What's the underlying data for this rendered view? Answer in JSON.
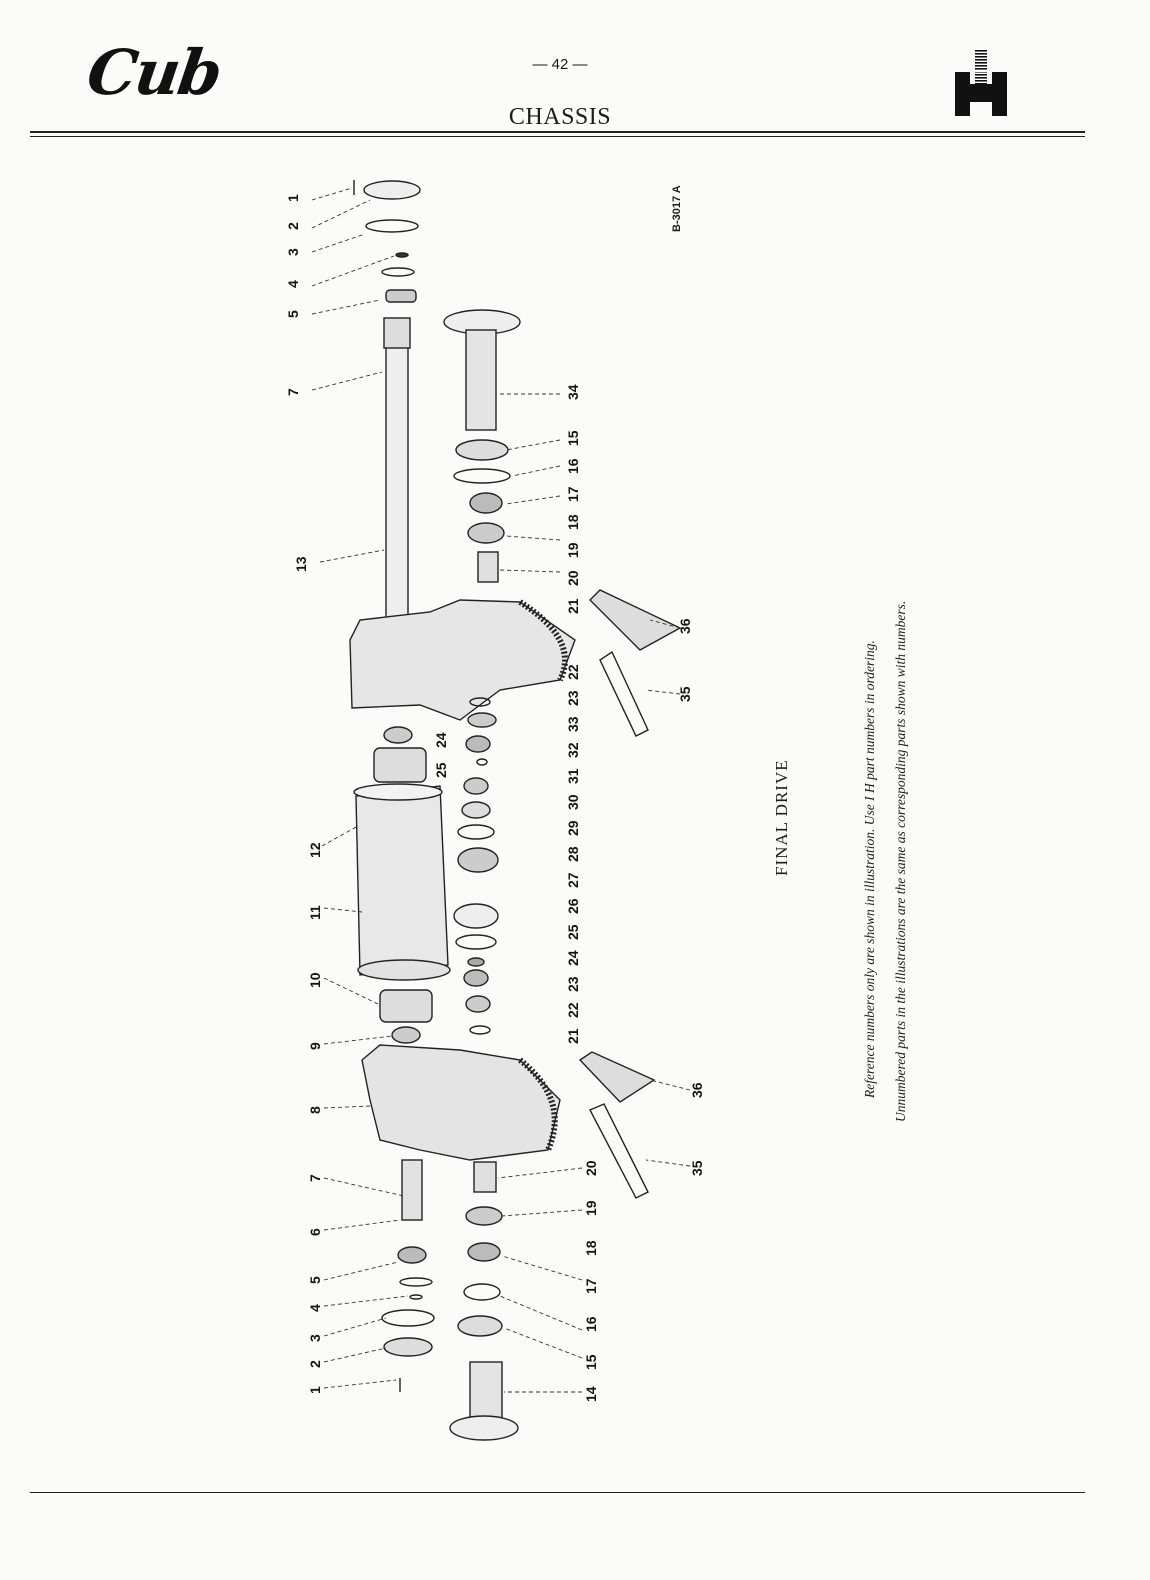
{
  "header": {
    "logo_text": "Cub",
    "page_number": "— 42 —",
    "section_title": "CHASSIS",
    "brand_logo": "ih-logo"
  },
  "figure": {
    "code": "B-3017 A",
    "caption": "FINAL DRIVE",
    "note_line1": "Reference numbers only are shown in illustration.   Use I H part numbers in ordering.",
    "note_line2": "Unnumbered parts in the illustrations are the same as corresponding parts shown with numbers.",
    "upper_left_labels": [
      "1",
      "2",
      "3",
      "4",
      "5",
      "7",
      "13"
    ],
    "upper_right_labels": [
      "34",
      "15",
      "16",
      "17",
      "18",
      "19",
      "20",
      "21",
      "22",
      "23",
      "33",
      "32",
      "31",
      "30",
      "29",
      "28",
      "27",
      "26",
      "25",
      "24",
      "23",
      "22",
      "21"
    ],
    "middle_labels": [
      "24",
      "25",
      "12",
      "11",
      "10",
      "9",
      "8"
    ],
    "lower_left_labels": [
      "7",
      "6",
      "5",
      "4",
      "3",
      "2",
      "1"
    ],
    "lower_right_labels": [
      "20",
      "19",
      "18",
      "17",
      "16",
      "15",
      "14"
    ],
    "cover_labels": [
      "36",
      "35",
      "36",
      "35"
    ]
  },
  "colors": {
    "paper": "#fbfbf9",
    "ink": "#1c1c1c"
  }
}
